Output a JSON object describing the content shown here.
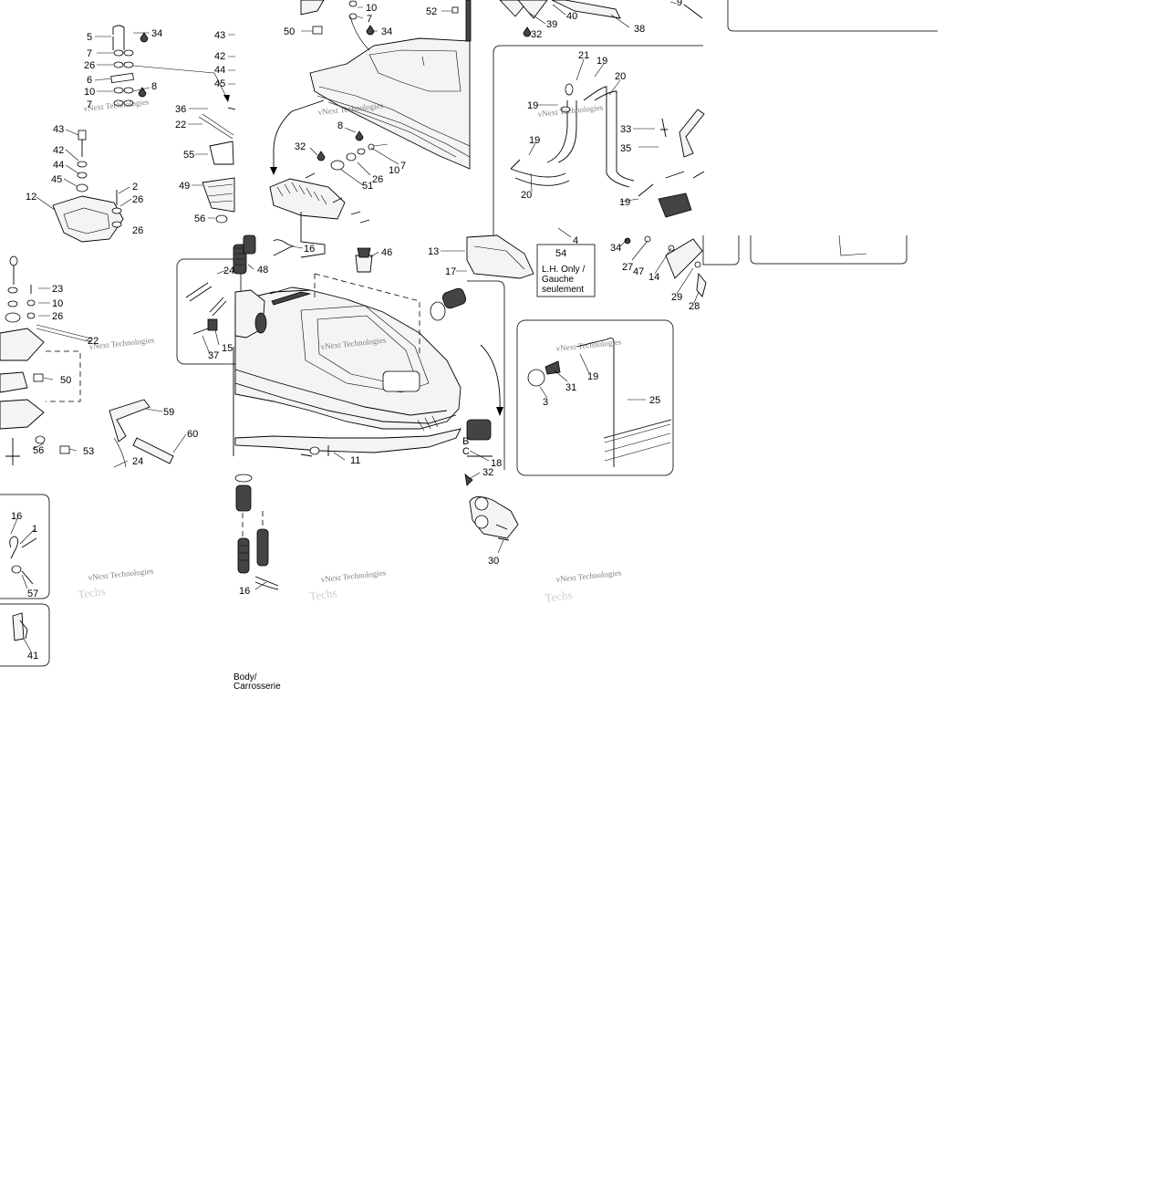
{
  "diagram": {
    "watermark_top": "vNext Technologies",
    "watermark_bottom": "Techs",
    "note_lh_only": [
      "L.H. Only /",
      "Gauche",
      "seulement"
    ],
    "section_caption": [
      "Body/",
      "Carrosserie"
    ],
    "labels": {
      "p5": "5",
      "p34a": "34",
      "p7a": "7",
      "p26a": "26",
      "p6": "6",
      "p8a": "8",
      "p10a": "10",
      "p7b": "7",
      "p43a": "43",
      "p42a": "42",
      "p44a": "44",
      "p45a": "45",
      "p36": "36",
      "p22a": "22",
      "p55": "55",
      "p49": "49",
      "p56a": "56",
      "p43b": "43",
      "p42b": "42",
      "p44b": "44",
      "p45b": "45",
      "p12": "12",
      "p2": "2",
      "p26b": "26",
      "p26c": "26",
      "p23": "23",
      "p10b": "10",
      "p26d": "26",
      "p22b": "22",
      "p50a": "50",
      "p56b": "56",
      "p53": "53",
      "p59": "59",
      "p60": "60",
      "p24a": "24",
      "p16a": "16",
      "p1": "1",
      "p57": "57",
      "p41": "41",
      "p10c": "10",
      "p7c": "7",
      "p50b": "50",
      "p34b": "34",
      "p52": "52",
      "p39": "39",
      "p40": "40",
      "p32a": "32",
      "p38": "38",
      "p9": "9",
      "p8b": "8",
      "p32b": "32",
      "p10d": "10",
      "p7d": "7",
      "p26e": "26",
      "p51": "51",
      "p16b": "16",
      "p24b": "24",
      "p48": "48",
      "p46": "46",
      "p37": "37",
      "p15": "15",
      "p13": "13",
      "p17": "17",
      "p4": "4",
      "p54": "54",
      "p11": "11",
      "p18": "18",
      "pB": "B",
      "pC": "C",
      "p32c": "32",
      "p30": "30",
      "p16c": "16",
      "p21": "21",
      "p19a": "19",
      "p20a": "20",
      "p19b": "19",
      "p19c": "19",
      "p20b": "20",
      "p19d": "19",
      "p33": "33",
      "p35": "35",
      "p34c": "34",
      "p27": "27",
      "p47": "47",
      "p14": "14",
      "p29": "29",
      "p28": "28",
      "p19e": "19",
      "p31": "31",
      "p3": "3",
      "p25": "25"
    }
  }
}
